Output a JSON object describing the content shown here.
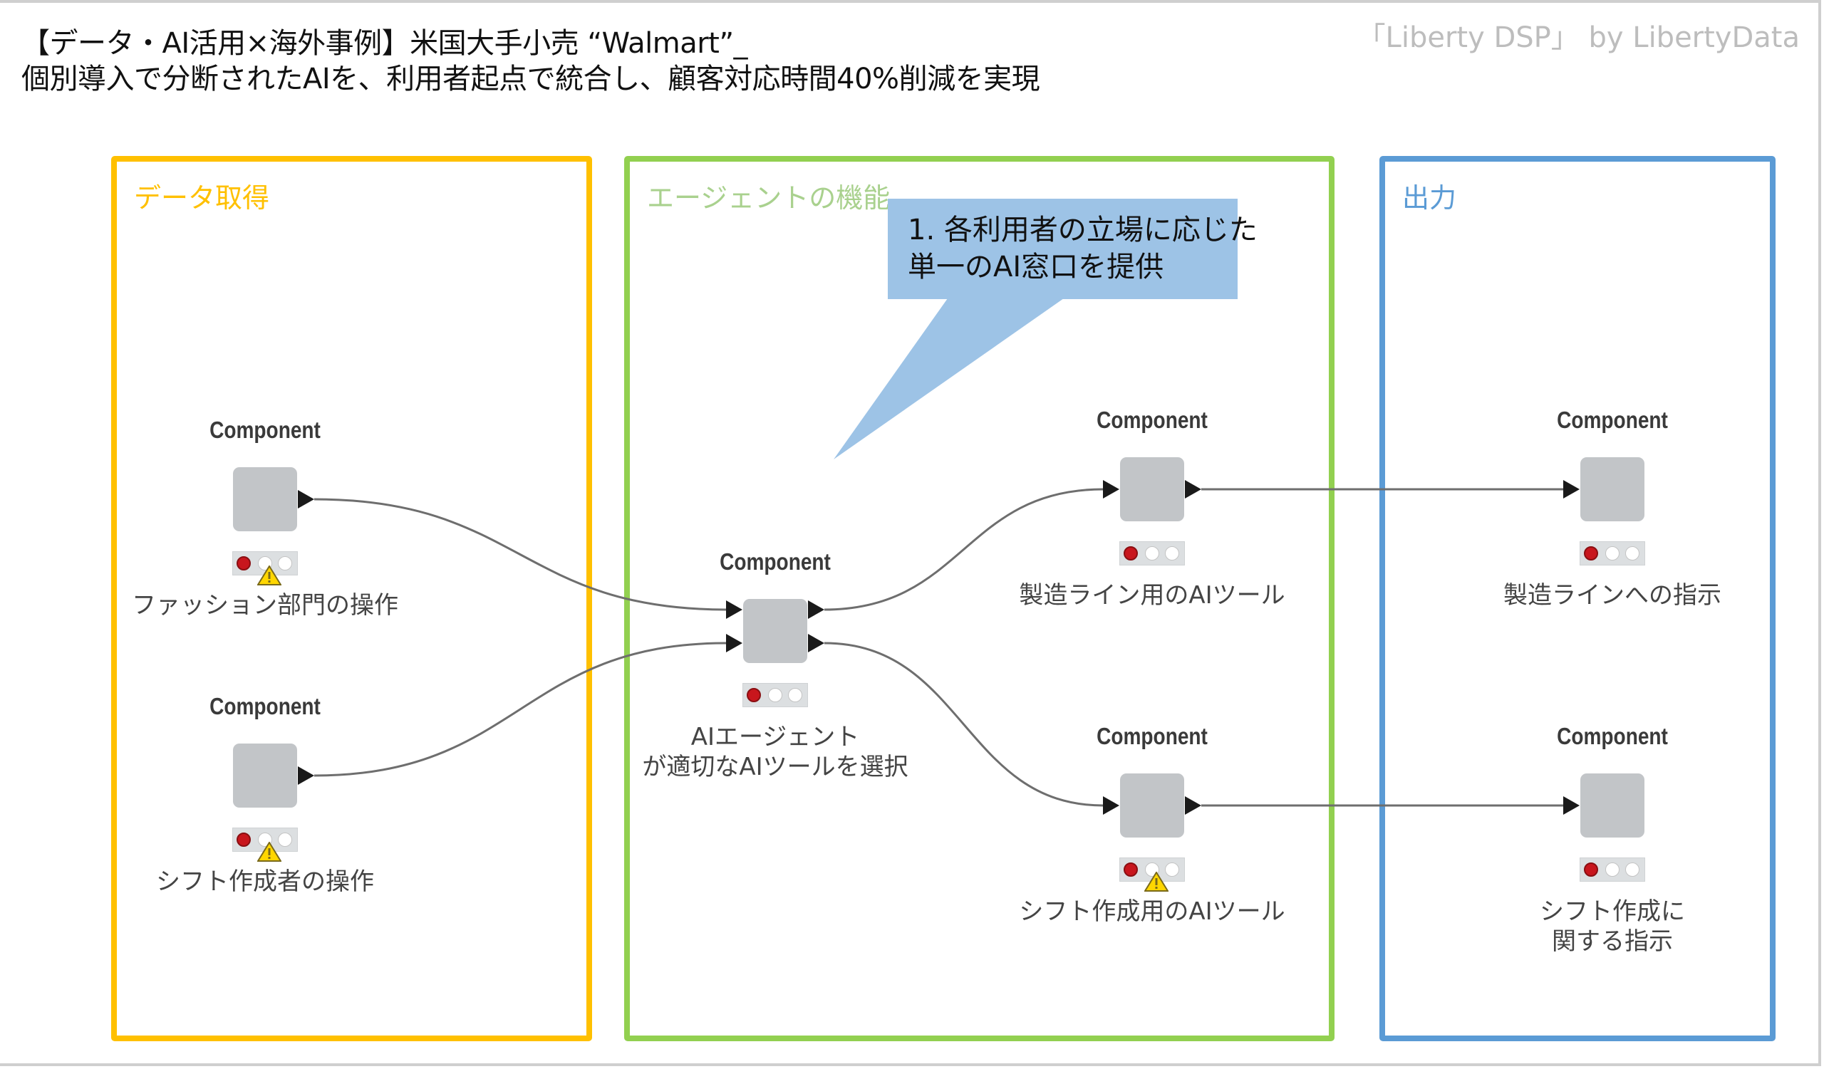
{
  "header": {
    "title_line1": "【データ・AI活用×海外事例】米国大手小売 “Walmart”_",
    "title_line2": "個別導入で分断されたAIを、利用者起点で統合し、顧客対応時間40%削減を実現",
    "brand": "「Liberty DSP」 by LibertyData"
  },
  "colors": {
    "data_section": "#ffc000",
    "agent_section": "#92d050",
    "output_section": "#5b9bd5",
    "callout": "#9dc3e6",
    "node_box": "#c2c5c8",
    "status_red": "#c8161d",
    "warning_yellow": "#ffd600"
  },
  "sections": {
    "data": {
      "title": "データ取得"
    },
    "agent": {
      "title": "エージェントの機能"
    },
    "output": {
      "title": "出力"
    }
  },
  "callout": {
    "line1": "1.  各利用者の立場に応じた",
    "line2": "単一のAI窓口を提供"
  },
  "nodes": [
    {
      "id": "fashion",
      "type_label": "Component",
      "caption": [
        "ファッション部門の操作"
      ],
      "status": "red",
      "warning": true
    },
    {
      "id": "shift-creator",
      "type_label": "Component",
      "caption": [
        "シフト作成者の操作"
      ],
      "status": "red",
      "warning": true
    },
    {
      "id": "ai-agent",
      "type_label": "Component",
      "caption": [
        "AIエージェント",
        "が適切なAIツールを選択"
      ],
      "status": "red",
      "warning": false
    },
    {
      "id": "mfg-tool",
      "type_label": "Component",
      "caption": [
        "製造ライン用のAIツール"
      ],
      "status": "red",
      "warning": false
    },
    {
      "id": "shift-tool",
      "type_label": "Component",
      "caption": [
        "シフト作成用のAIツール"
      ],
      "status": "red",
      "warning": true
    },
    {
      "id": "mfg-instruction",
      "type_label": "Component",
      "caption": [
        "製造ラインへの指示"
      ],
      "status": "red",
      "warning": false
    },
    {
      "id": "shift-instruction",
      "type_label": "Component",
      "caption": [
        "シフト作成に",
        "関する指示"
      ],
      "status": "red",
      "warning": false
    }
  ],
  "connections": [
    {
      "from": "fashion",
      "to": "ai-agent"
    },
    {
      "from": "shift-creator",
      "to": "ai-agent"
    },
    {
      "from": "ai-agent",
      "to": "mfg-tool"
    },
    {
      "from": "ai-agent",
      "to": "shift-tool"
    },
    {
      "from": "mfg-tool",
      "to": "mfg-instruction"
    },
    {
      "from": "shift-tool",
      "to": "shift-instruction"
    }
  ]
}
